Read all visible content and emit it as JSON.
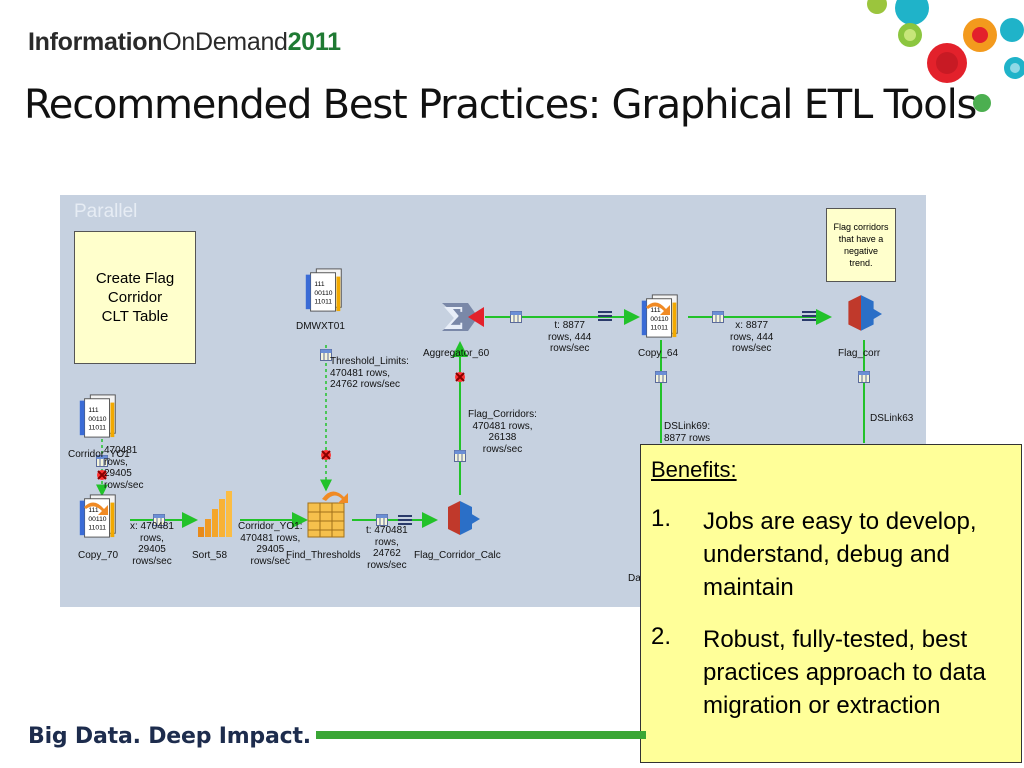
{
  "header": {
    "brand_information": "Information",
    "brand_ondemand": "OnDemand",
    "brand_year": "2011",
    "slide_title": "Recommended Best Practices:  Graphical ETL Tools"
  },
  "canvas": {
    "label": "Parallel",
    "note_create": "Create Flag\nCorridor\nCLT Table",
    "note_flag": "Flag corridors\nthat have a\nnegative\ntrend."
  },
  "stages": {
    "dmwxt01": "DMWXT01",
    "corridor_yo1": "Corridor_YO1",
    "copy_70": "Copy_70",
    "sort_58": "Sort_58",
    "find_thresholds": "Find_Thresholds",
    "flag_corridor_calc": "Flag_Corridor_Calc",
    "aggregator_60": "Aggregator_60",
    "copy_64": "Copy_64",
    "flag_corr": "Flag_corr",
    "dslink63": "DSLink63",
    "truncated_da": "Da"
  },
  "links": {
    "threshold_limits": "Threshold_Limits:\n470481 rows,\n24762 rows/sec",
    "corridor_link": "470481\nrows,\n29405\nrows/sec",
    "copy_sort": "x: 470481\nrows,\n29405\nrows/sec",
    "corridor_yo1_link": "Corridor_YO1:\n470481 rows,\n29405\nrows/sec",
    "find_calc": "t: 470481\nrows,\n24762\nrows/sec",
    "flag_corridors": "Flag_Corridors:\n470481 rows,\n26138\nrows/sec",
    "agg_copy": "t: 8877\nrows, 444\nrows/sec",
    "copy_flag": "x: 8877\nrows, 444\nrows/sec",
    "dslink69": "DSLink69:\n8877 rows"
  },
  "benefits": {
    "heading": "Benefits:",
    "items": [
      {
        "num": "1.",
        "text": "Jobs are easy to develop, understand, debug and maintain"
      },
      {
        "num": "2.",
        "text": "Robust, fully-tested, best practices approach to data migration or extraction"
      }
    ]
  },
  "footer": {
    "tagline": "Big Data. Deep Impact."
  },
  "colors": {
    "link_green": "#22c22a",
    "canvas_bg": "#c6d1e0",
    "note_yellow": "#ffffcc",
    "benefits_yellow": "#ffff99",
    "brand_green": "#1f7a33"
  }
}
